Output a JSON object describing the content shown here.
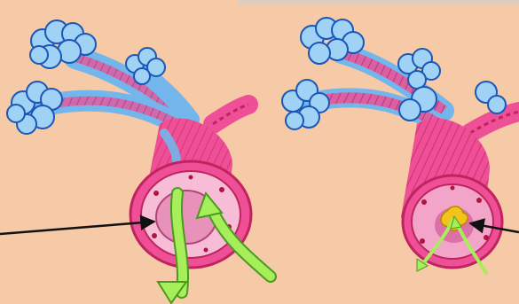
{
  "colors": {
    "background": "#f6c9a7",
    "alveoli_fill": "#9fd2f5",
    "alveoli_stroke": "#1b56b8",
    "muscle_pink": "#ee4f96",
    "muscle_dark": "#c0245e",
    "bronchus_blue": "#73b6ec",
    "lumen_pink": "#f2a5c8",
    "airflow_green": "#a6ee5a",
    "mucus_yellow": "#f2c31b",
    "pointer_arrow": "#111111"
  },
  "diagram": {
    "panels": [
      {
        "name": "normal-airway",
        "airway_state": "open"
      },
      {
        "name": "constricted-airway",
        "airway_state": "narrowed",
        "mucus": true
      }
    ],
    "pointer_arrows": 2
  }
}
